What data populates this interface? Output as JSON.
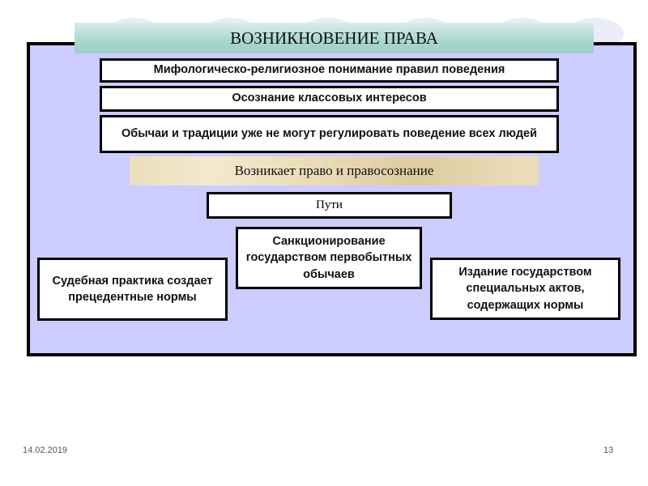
{
  "title": "ВОЗНИКНОВЕНИЕ ПРАВА",
  "causes": [
    "Мифологическо-религиозное понимание правил  поведения",
    "Осознание классовых интересов",
    "Обычаи и традиции уже не могут регулировать поведение всех людей"
  ],
  "result": "Возникает право и правосознание",
  "paths_label": "Пути",
  "paths": {
    "center": "Санкционирование государством первобытных обычаев",
    "left": "Судебная практика создает прецедентные нормы",
    "right": "Издание государством специальных актов, содержащих нормы"
  },
  "footer": {
    "date": "14.02.2019",
    "page": "13"
  }
}
